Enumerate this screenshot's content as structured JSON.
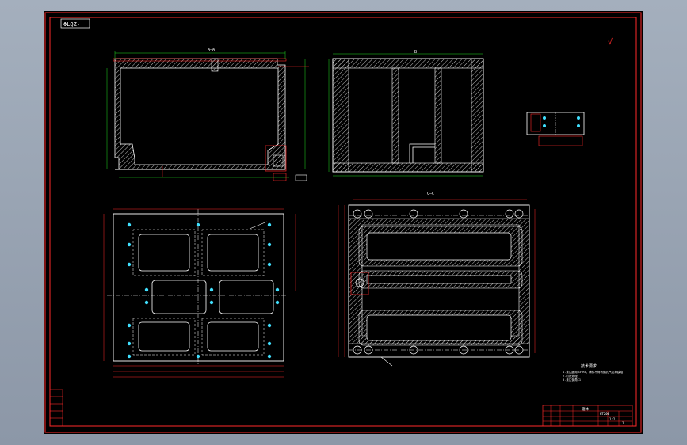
{
  "drawing": {
    "title_tag": "ΦLQZ-",
    "section_label_aa": "A–A",
    "section_label_bb": "B",
    "view_label_cc": "C–C",
    "roughness_mark": "√",
    "notes_heading": "技术要求",
    "notes": [
      "1.未注圆角R3~R5，铸件不得有缩孔气孔等缺陷",
      "2.时效处理",
      "3.未注倒角C1"
    ]
  },
  "title_block": {
    "part_name": "箱体",
    "material": "HT200",
    "scale": "1:2",
    "sheet": "1"
  },
  "colors": {
    "sheet": "#000000",
    "frame": "#ff2a2a",
    "outline": "#ffffff",
    "dimension": "#22dd22",
    "hole": "#40e0ff",
    "hatch": "#c0c0c0"
  }
}
